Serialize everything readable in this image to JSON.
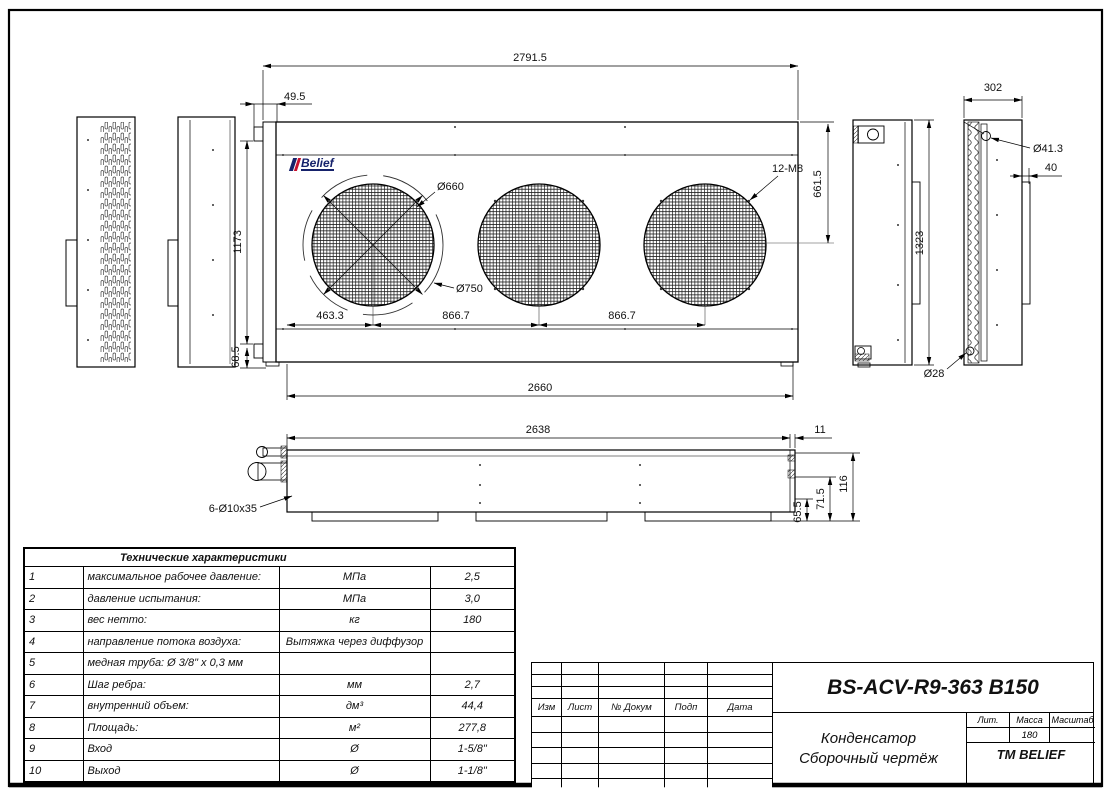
{
  "drawing": {
    "logo": "Belief",
    "dims": {
      "overall_width": "2791.5",
      "top_offset": "49.5",
      "coil_height": "1173",
      "bottom_offset": "68.5",
      "fan_center_from_top": "661.5",
      "overall_height": "1323",
      "depth": "302",
      "lifting_hole": "Ø41.3",
      "hole_offset": "40",
      "pipe_hole": "Ø28",
      "fan_grille_dia": "Ø660",
      "fan_ring_dia": "Ø750",
      "bolt_callout": "12-M8",
      "fan1_offset": "463.3",
      "fan_pitch_a": "866.7",
      "fan_pitch_b": "866.7",
      "base_width": "2660",
      "plan_width": "2638",
      "plan_end_offset": "11",
      "plan_depth_total": "116",
      "plan_depth_mid": "71.5",
      "plan_depth_small": "65.5",
      "mount_holes": "6-Ø10x35"
    }
  },
  "spec_table": {
    "title": "Технические характеристики",
    "rows": [
      {
        "num": "1",
        "param": "максимальное рабочее давление:",
        "unit": "МПа",
        "value": "2,5"
      },
      {
        "num": "2",
        "param": "давление испытания:",
        "unit": "МПа",
        "value": "3,0"
      },
      {
        "num": "3",
        "param": "вес нетто:",
        "unit": "кг",
        "value": "180"
      },
      {
        "num": "4",
        "param": "направление потока воздуха:",
        "unit": "Вытяжка через диффузор",
        "value": ""
      },
      {
        "num": "5",
        "param": "медная труба: Ø 3/8\" x 0,3 мм",
        "unit": "",
        "value": ""
      },
      {
        "num": "6",
        "param": "Шаг ребра:",
        "unit": "мм",
        "value": "2,7"
      },
      {
        "num": "7",
        "param": "внутренний объем:",
        "unit": "дм³",
        "value": "44,4"
      },
      {
        "num": "8",
        "param": "Площадь:",
        "unit": "м²",
        "value": "277,8"
      },
      {
        "num": "9",
        "param": "Вход",
        "unit": "Ø",
        "value": "1-5/8\""
      },
      {
        "num": "10",
        "param": "Выход",
        "unit": "Ø",
        "value": "1-1/8\""
      }
    ]
  },
  "title_block": {
    "doc_number": "BS-ACV-R9-363 B150",
    "columns": [
      "Изм",
      "Лист",
      "№ Докум",
      "Подп",
      "Дата"
    ],
    "name_line1": "Конденсатор",
    "name_line2": "Сборочный чертёж",
    "lit_label": "Лит.",
    "mass_label": "Масса",
    "scale_label": "Масштаб",
    "mass_value": "180",
    "brand": "TM BELIEF"
  }
}
